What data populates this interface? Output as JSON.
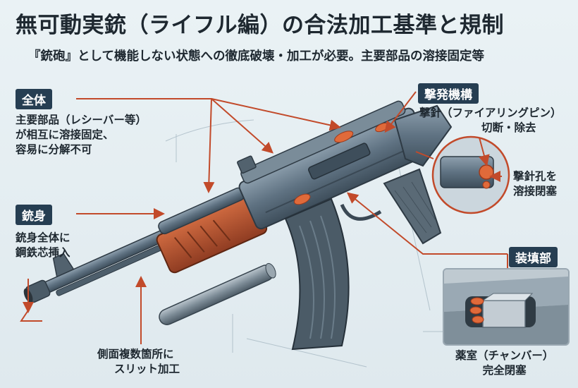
{
  "title": "無可動実銃（ライフル編）の合法加工基準と規制",
  "subtitle": "『銃砲』として機能しない状態への徹底破壊・加工が必要。主要部品の溶接固定等",
  "labels": {
    "whole": {
      "tag": "全体",
      "lines": [
        "主要部品（レシーバー等）",
        "が相互に溶接固定、",
        "容易に分解不可"
      ]
    },
    "barrel": {
      "tag": "銃身",
      "lines": [
        "銃身全体に",
        "鋼鉄芯挿入"
      ]
    },
    "slit": {
      "lines": [
        "側面複数箇所に",
        "スリット加工"
      ]
    },
    "firing": {
      "tag": "撃発機構",
      "pin_lines": [
        "撃針（ファイアリングピン）",
        "切断・除去"
      ],
      "hole_lines": [
        "撃針孔を",
        "溶接閉塞"
      ]
    },
    "loading": {
      "tag": "装填部",
      "chamber_lines": [
        "薬室（チャンバー）",
        "完全閉塞"
      ]
    }
  },
  "colors": {
    "tag_bg": "#263e52",
    "leader": "#c24a2a",
    "metal": "#5f7282",
    "wood": "#b5542f",
    "weld": "#e06a3a"
  }
}
